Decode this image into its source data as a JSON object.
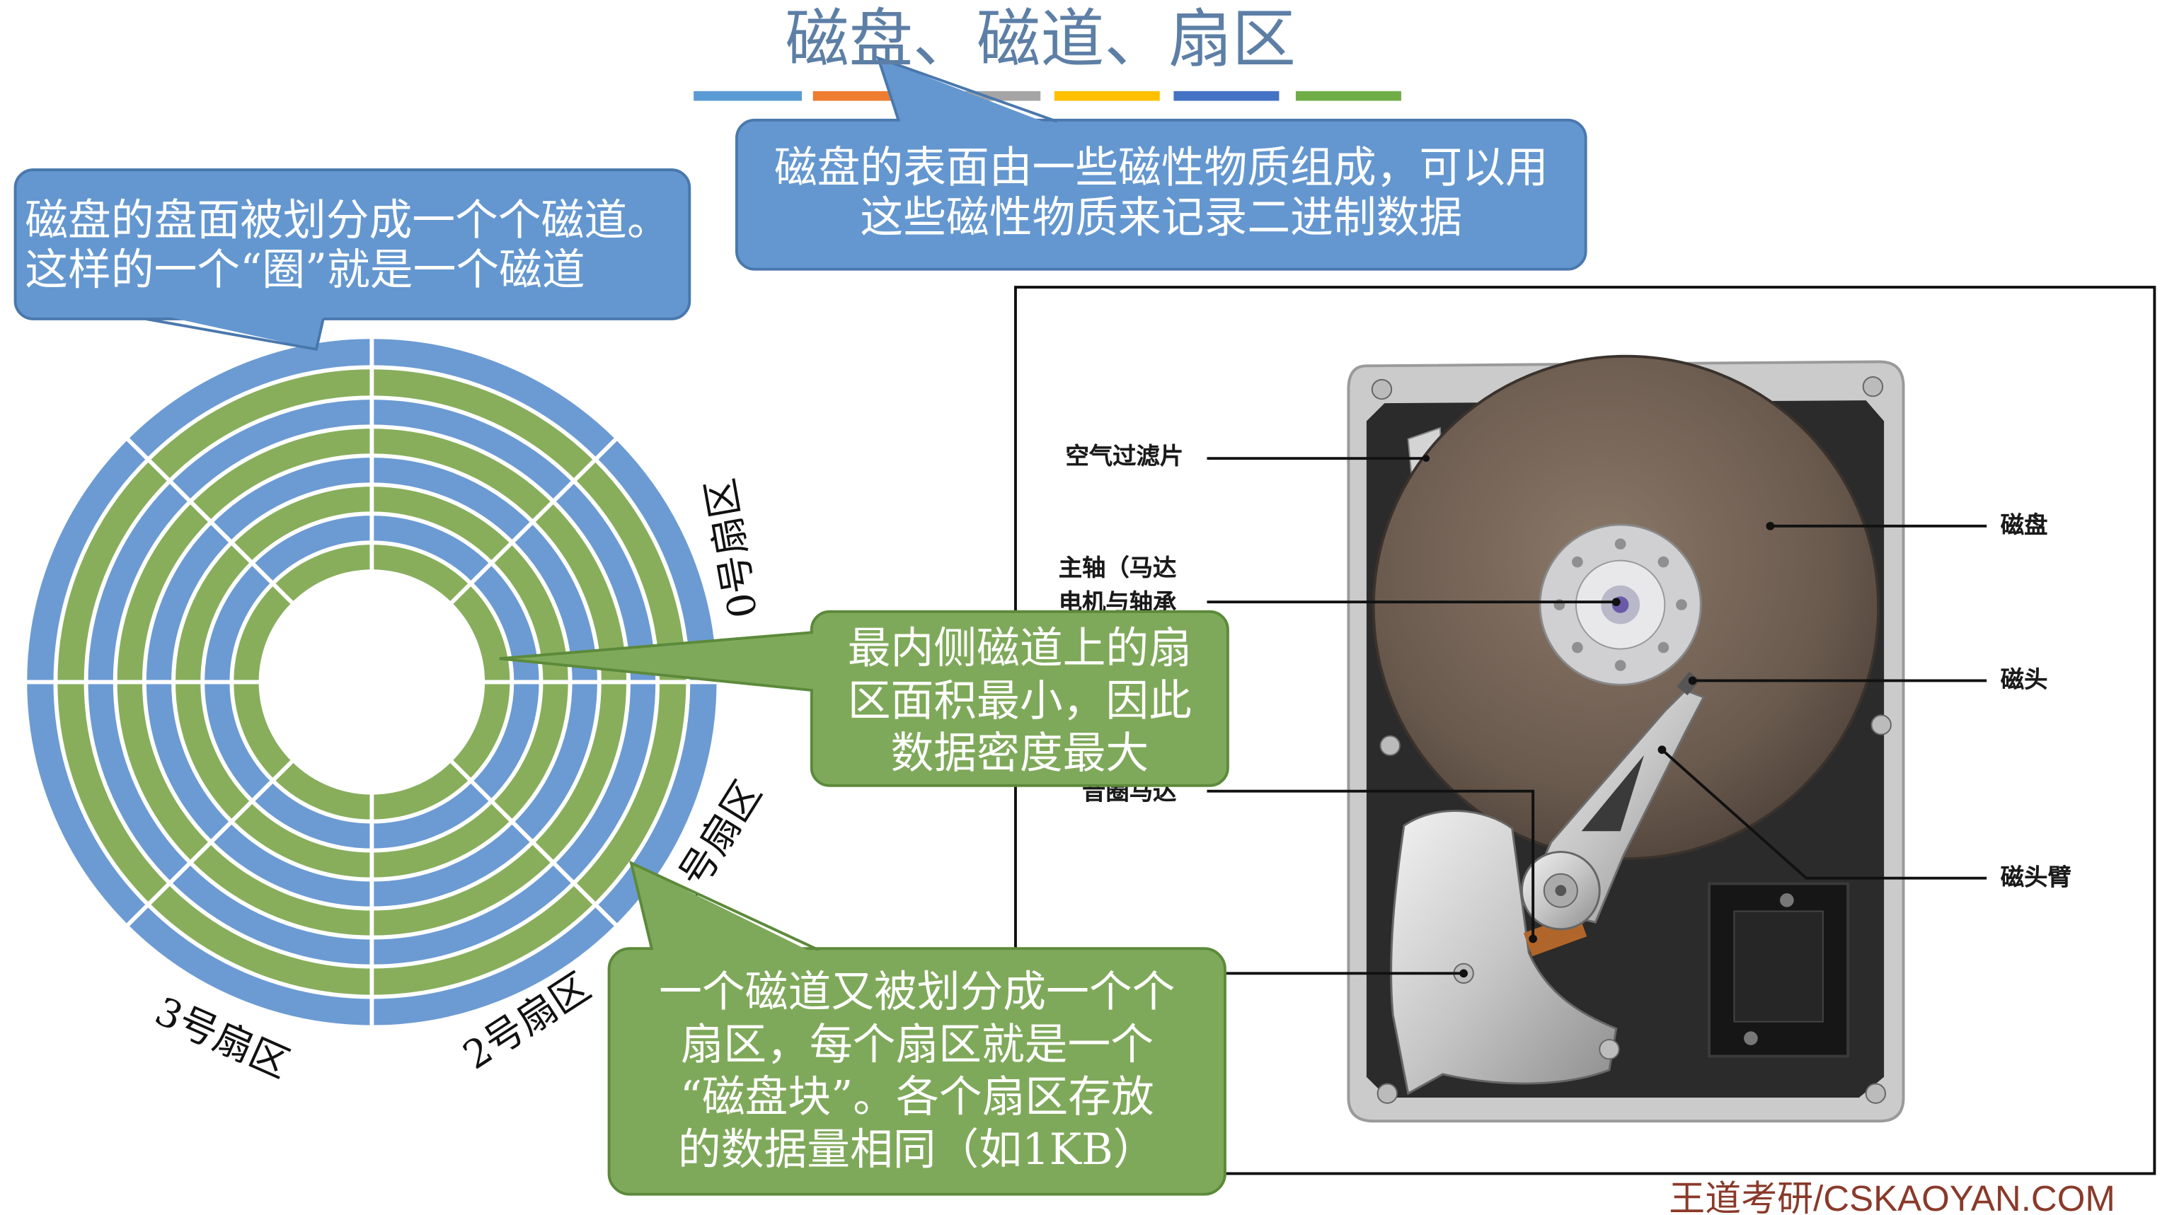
{
  "slide": {
    "title": "磁盘、磁道、扇区"
  },
  "theme": {
    "title_color": "#5d7fa6",
    "accent_bar_colors": [
      "#5b9bd5",
      "#ed7d31",
      "#a5a5a5",
      "#ffc000",
      "#4472c4",
      "#70ad47"
    ],
    "blue_callout_fill": "#6497d0",
    "blue_callout_border": "#4a78ad",
    "green_callout_fill": "#7fa95a",
    "green_callout_border": "#5c8a3b",
    "track_blue": "#6c9bd3",
    "track_green": "#88ae5c",
    "watermark_color": "#8a3a2a"
  },
  "callouts": {
    "track_definition": {
      "lines": [
        "磁盘的盘面被划分成一个个磁道。",
        "这样的一个“圈”就是一个磁道"
      ]
    },
    "magnetic_surface": {
      "lines": [
        "磁盘的表面由一些磁性物质组成，可以用",
        "这些磁性物质来记录二进制数据"
      ]
    },
    "inner_track_density": {
      "lines": [
        "最内侧磁道上的扇",
        "区面积最小，因此",
        "数据密度最大"
      ]
    },
    "sector_definition": {
      "lines": [
        "一个磁道又被划分成一个个",
        "扇区，每个扇区就是一个",
        "“磁盘块”。各个扇区存放",
        "的数据量相同（如1KB）"
      ]
    }
  },
  "diagram": {
    "sector_labels": [
      "0号扇区",
      "1号扇区",
      "2号扇区",
      "3号扇区"
    ]
  },
  "photo": {
    "labels": {
      "air_filter": "空气过滤片",
      "spindle_motor_line1": "主轴（马达",
      "spindle_motor_line2": "电机与轴承",
      "voice_coil_motor": "音圈马达",
      "platter": "磁盘",
      "head": "磁头",
      "head_arm": "磁头臂"
    }
  },
  "footer": {
    "watermark": "王道考研/CSKAOYAN.COM"
  }
}
